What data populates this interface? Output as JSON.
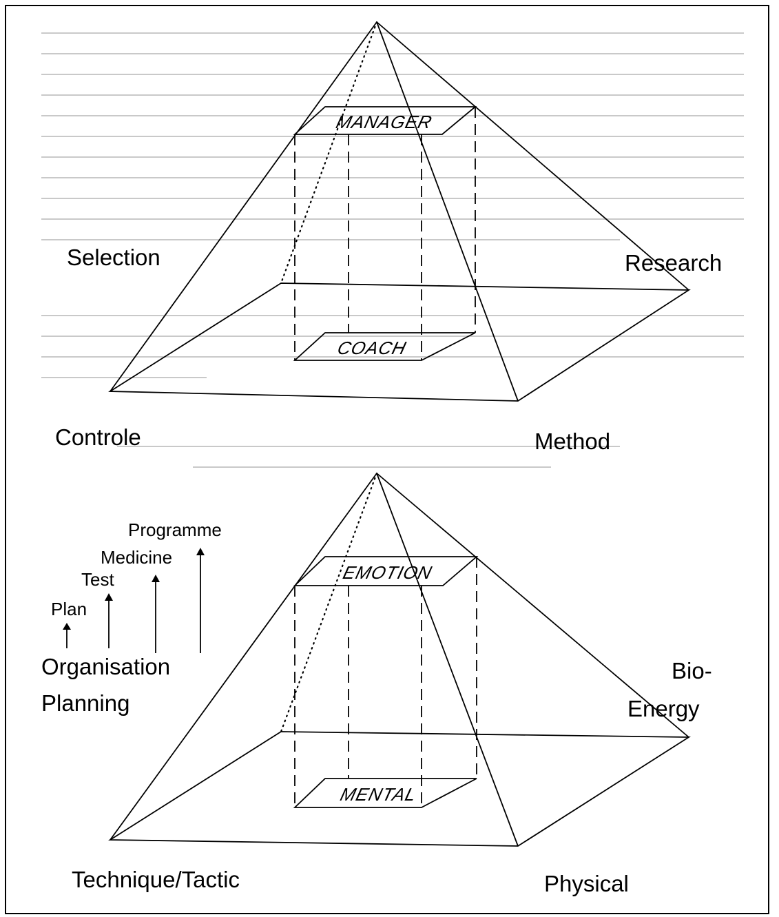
{
  "top_pyramid": {
    "corner_left": "Selection",
    "corner_right": "Research",
    "base_left": "Controle",
    "base_right": "Method",
    "top_plane": "MANAGER",
    "bottom_plane": "COACH"
  },
  "bottom_pyramid": {
    "corner_right_line1": "Bio-",
    "corner_right_line2": "Energy",
    "base_left": "Technique/Tactic",
    "base_right": "Physical",
    "top_plane": "EMOTION",
    "bottom_plane": "MENTAL"
  },
  "side_list": {
    "items": [
      "Plan",
      "Test",
      "Medicine",
      "Programme"
    ],
    "heading_line1": "Organisation",
    "heading_line2": "Planning"
  }
}
